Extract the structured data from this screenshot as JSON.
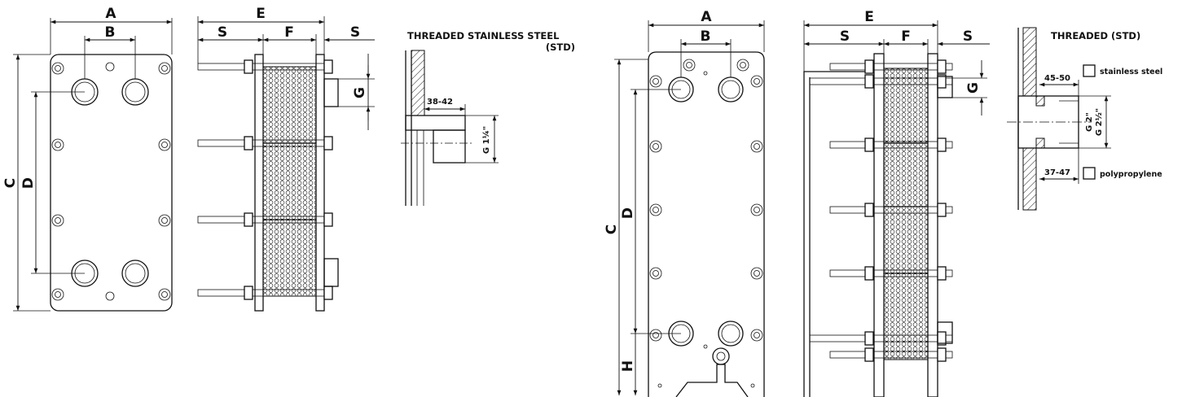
{
  "labels": {
    "A": "A",
    "B": "B",
    "C": "C",
    "D": "D",
    "E": "E",
    "F": "F",
    "S": "S",
    "G": "G",
    "H": "H"
  },
  "left_detail": {
    "title_line1": "THREADED STAINLESS STEEL",
    "title_line2": "(STD)",
    "dim_length": "38-42",
    "thread": "G 1¼\""
  },
  "right_detail": {
    "title": "THREADED (STD)",
    "dim_top": "45-50",
    "dim_bottom": "37-47",
    "thread_1": "G 2\"",
    "thread_2": "G 2½\"",
    "option_1": "stainless steel",
    "option_2": "polypropylene"
  }
}
